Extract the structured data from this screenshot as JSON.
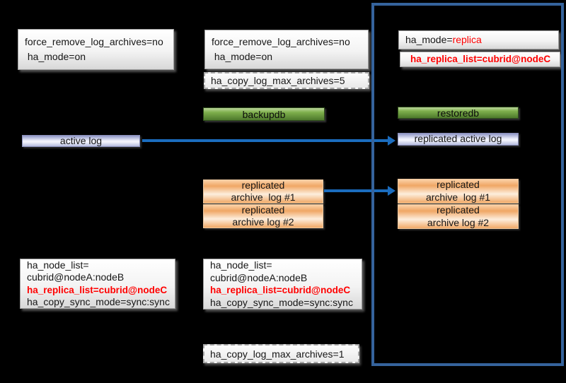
{
  "colors": {
    "background": "#000000",
    "container_border": "#35639c",
    "arrow": "#1b6cbe",
    "red_text": "#ff0000",
    "green_button": "#6fa341",
    "orange_box": "#f2a968",
    "lavender_box": "#c9cdea"
  },
  "diagram": {
    "node_a": {
      "config_top": {
        "lines": [
          "force_remove_log_archives=no",
          " ha_mode=on"
        ]
      },
      "active_log_label": "active log",
      "config_bottom": {
        "lines": [
          "ha_node_list=",
          "cubrid@nodeA:nodeB",
          "ha_replica_list=cubrid@nodeC",
          "ha_copy_sync_mode=sync:sync"
        ]
      }
    },
    "node_b": {
      "config_top": {
        "lines": [
          "force_remove_log_archives=no",
          " ha_mode=on"
        ]
      },
      "copy_log_top_label": "ha_copy_log_max_archives=5",
      "backupdb_label": "backupdb",
      "archive1": {
        "lines": [
          "replicated",
          "archive  log #1"
        ]
      },
      "archive2": {
        "lines": [
          "replicated",
          "archive log #2"
        ]
      },
      "config_bottom": {
        "lines": [
          "ha_node_list=",
          "cubrid@nodeA:nodeB",
          "ha_replica_list=cubrid@nodeC",
          "ha_copy_sync_mode=sync:sync"
        ]
      },
      "copy_log_bottom_label": "ha_copy_log_max_archives=1"
    },
    "node_c": {
      "ha_mode_prefix": "ha_mode=",
      "ha_mode_value": "replica",
      "replica_list_label": "ha_replica_list=cubrid@nodeC",
      "restoredb_label": "restoredb",
      "replicated_active_log_label": "replicated active log",
      "archive1": {
        "lines": [
          "replicated",
          "archive  log #1"
        ]
      },
      "archive2": {
        "lines": [
          "replicated",
          "archive log #2"
        ]
      }
    }
  }
}
